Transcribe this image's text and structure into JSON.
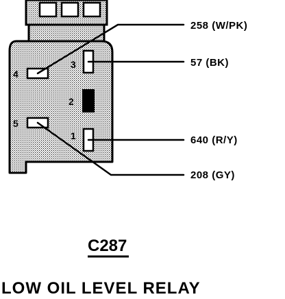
{
  "connector": {
    "id": "C287",
    "title": "LOW OIL LEVEL RELAY"
  },
  "pins": [
    {
      "number": "1",
      "state": "wired"
    },
    {
      "number": "2",
      "state": "filled"
    },
    {
      "number": "3",
      "state": "wired"
    },
    {
      "number": "4",
      "state": "wired"
    },
    {
      "number": "5",
      "state": "wired"
    }
  ],
  "wires": [
    {
      "pin": "4",
      "label": "258 (W/PK)"
    },
    {
      "pin": "3",
      "label": "57 (BK)"
    },
    {
      "pin": "1",
      "label": "640 (R/Y)"
    },
    {
      "pin": "5",
      "label": "208 (GY)"
    }
  ],
  "colors": {
    "ink": "#000000",
    "paper": "#ffffff",
    "housing_stipple": "#000000"
  }
}
